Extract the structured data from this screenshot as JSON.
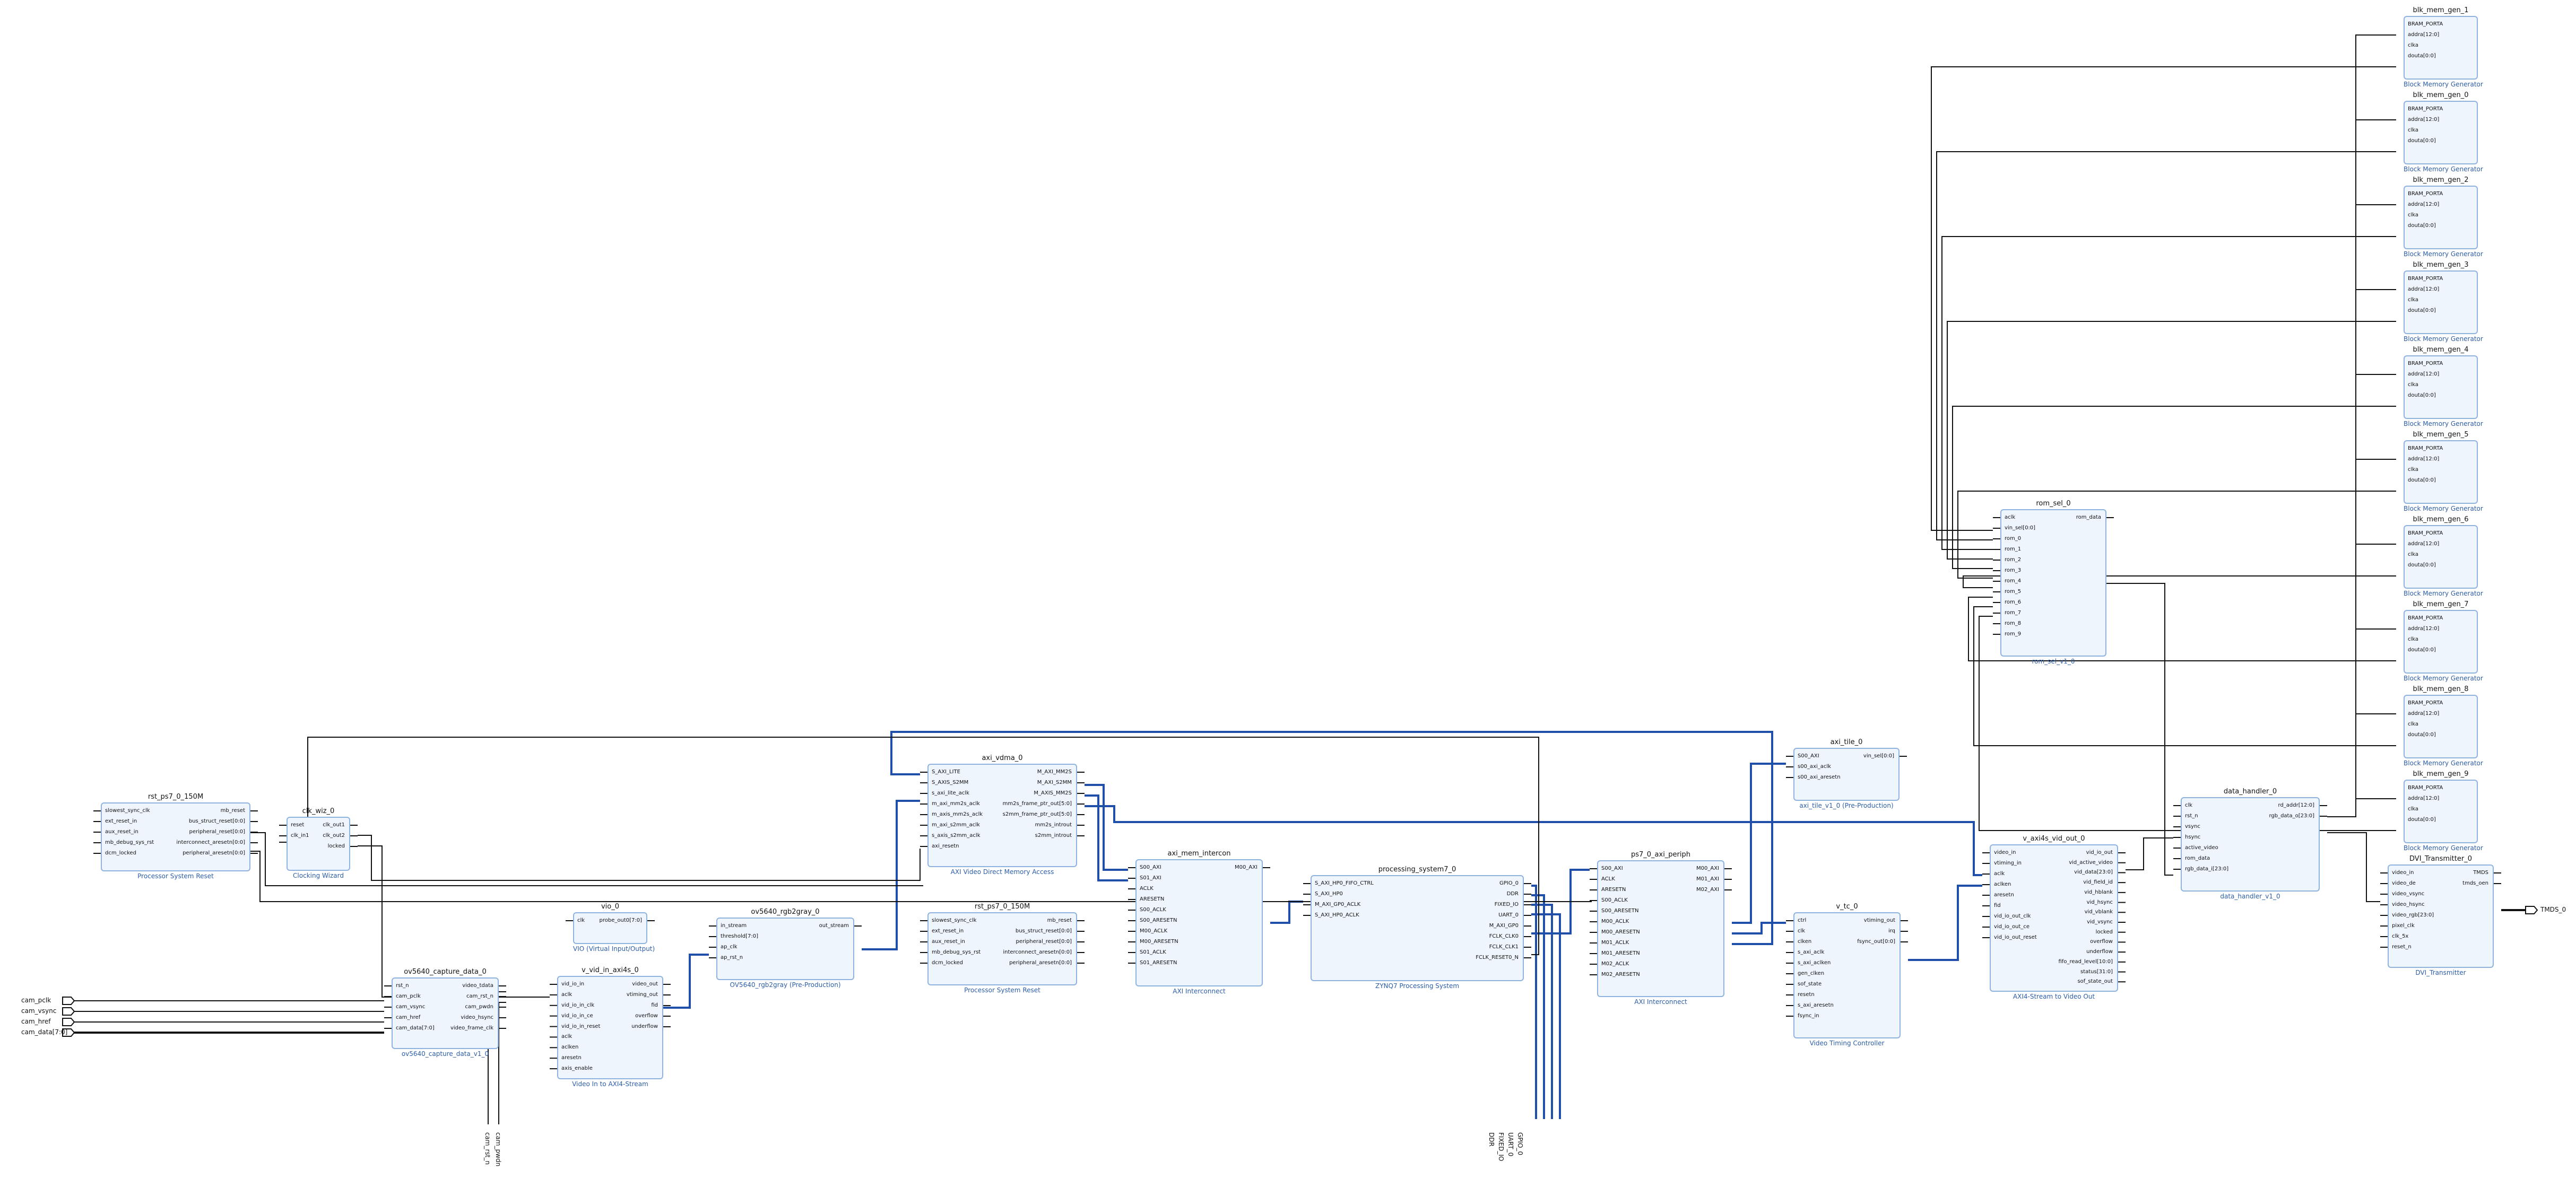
{
  "colors": {
    "block_fill": "#eef5fd",
    "block_border": "#8fb3df",
    "wire": "#111111",
    "bus": "#1f4fa8",
    "subtitle": "#2c5ea8"
  },
  "blocks": [
    {
      "id": "rst_ps7_0_150M_a",
      "title": "rst_ps7_0_150M",
      "subtitle": "Processor System Reset",
      "left": [
        "slowest_sync_clk",
        "ext_reset_in",
        "aux_reset_in",
        "mb_debug_sys_rst",
        "dcm_locked"
      ],
      "right": [
        "mb_reset",
        "bus_struct_reset[0:0]",
        "peripheral_reset[0:0]",
        "interconnect_aresetn[0:0]",
        "peripheral_aresetn[0:0]"
      ]
    },
    {
      "id": "clk_wiz_0",
      "title": "clk_wiz_0",
      "subtitle": "Clocking Wizard",
      "left": [
        "reset",
        "clk_in1"
      ],
      "right": [
        "clk_out1",
        "clk_out2",
        "locked"
      ]
    },
    {
      "id": "ov5640_capture_data_0",
      "title": "ov5640_capture_data_0",
      "subtitle": "ov5640_capture_data_v1_0",
      "left": [
        "rst_n",
        "cam_pclk",
        "cam_vsync",
        "cam_href",
        "cam_data[7:0]"
      ],
      "right": [
        "video_tdata",
        "cam_rst_n",
        "cam_pwdn",
        "video_hsync",
        "video_frame_clk"
      ]
    },
    {
      "id": "v_vid_in_axi4s_0",
      "title": "v_vid_in_axi4s_0",
      "subtitle": "Video In to AXI4-Stream",
      "left": [
        "vid_io_in",
        "aclk",
        "vid_io_in_clk",
        "vid_io_in_ce",
        "vid_io_in_reset",
        "aclk",
        "aclken",
        "aresetn",
        "axis_enable"
      ],
      "right": [
        "video_out",
        "vtiming_out",
        "fid",
        "overflow",
        "underflow"
      ]
    },
    {
      "id": "vio_0",
      "title": "vio_0",
      "subtitle": "VIO (Virtual Input/Output)",
      "left": [
        "clk"
      ],
      "right": [
        "probe_out0[7:0]"
      ]
    },
    {
      "id": "ov5640_rgb2gray_0",
      "title": "ov5640_rgb2gray_0",
      "subtitle": "OV5640_rgb2gray (Pre-Production)",
      "left": [
        "in_stream",
        "threshold[7:0]",
        "ap_clk",
        "ap_rst_n"
      ],
      "right": [
        "out_stream"
      ]
    },
    {
      "id": "axi_vdma_0",
      "title": "axi_vdma_0",
      "subtitle": "AXI Video Direct Memory Access",
      "left": [
        "S_AXI_LITE",
        "S_AXIS_S2MM",
        "s_axi_lite_aclk",
        "m_axi_mm2s_aclk",
        "m_axis_mm2s_aclk",
        "m_axi_s2mm_aclk",
        "s_axis_s2mm_aclk",
        "axi_resetn"
      ],
      "right": [
        "M_AXI_MM2S",
        "M_AXI_S2MM",
        "M_AXIS_MM2S",
        "mm2s_frame_ptr_out[5:0]",
        "s2mm_frame_ptr_out[5:0]",
        "mm2s_introut",
        "s2mm_introut"
      ]
    },
    {
      "id": "rst_ps7_0_150M_b",
      "title": "rst_ps7_0_150M",
      "subtitle": "Processor System Reset",
      "left": [
        "slowest_sync_clk",
        "ext_reset_in",
        "aux_reset_in",
        "mb_debug_sys_rst",
        "dcm_locked"
      ],
      "right": [
        "mb_reset",
        "bus_struct_reset[0:0]",
        "peripheral_reset[0:0]",
        "interconnect_aresetn[0:0]",
        "peripheral_aresetn[0:0]"
      ]
    },
    {
      "id": "axi_mem_intercon",
      "title": "axi_mem_intercon",
      "subtitle": "AXI Interconnect",
      "left": [
        "S00_AXI",
        "S01_AXI",
        "ACLK",
        "ARESETN",
        "S00_ACLK",
        "S00_ARESETN",
        "M00_ACLK",
        "M00_ARESETN",
        "S01_ACLK",
        "S01_ARESETN"
      ],
      "right": [
        "M00_AXI"
      ]
    },
    {
      "id": "processing_system7_0",
      "title": "processing_system7_0",
      "subtitle": "ZYNQ7 Processing System",
      "left": [
        "S_AXI_HP0_FIFO_CTRL",
        "S_AXI_HP0",
        "M_AXI_GP0_ACLK",
        "S_AXI_HP0_ACLK"
      ],
      "right": [
        "GPIO_0",
        "DDR",
        "FIXED_IO",
        "UART_0",
        "M_AXI_GP0",
        "FCLK_CLK0",
        "FCLK_CLK1",
        "FCLK_RESET0_N"
      ]
    },
    {
      "id": "ps7_0_axi_periph",
      "title": "ps7_0_axi_periph",
      "subtitle": "AXI Interconnect",
      "left": [
        "S00_AXI",
        "ACLK",
        "ARESETN",
        "S00_ACLK",
        "S00_ARESETN",
        "M00_ACLK",
        "M00_ARESETN",
        "M01_ACLK",
        "M01_ARESETN",
        "M02_ACLK",
        "M02_ARESETN"
      ],
      "right": [
        "M00_AXI",
        "M01_AXI",
        "M02_AXI"
      ]
    },
    {
      "id": "axi_tile_0",
      "title": "axi_tile_0",
      "subtitle": "axi_tile_v1_0 (Pre-Production)",
      "left": [
        "S00_AXI",
        "s00_axi_aclk",
        "s00_axi_aresetn"
      ],
      "right": [
        "vin_sel[0:0]"
      ]
    },
    {
      "id": "v_tc_0",
      "title": "v_tc_0",
      "subtitle": "Video Timing Controller",
      "left": [
        "ctrl",
        "clk",
        "clken",
        "s_axi_aclk",
        "s_axi_aclken",
        "gen_clken",
        "sof_state",
        "resetn",
        "s_axi_aresetn",
        "fsync_in"
      ],
      "right": [
        "vtiming_out",
        "irq",
        "fsync_out[0:0]"
      ]
    },
    {
      "id": "rom_sel_0",
      "title": "rom_sel_0",
      "subtitle": "rom_sel_v1_0",
      "left": [
        "aclk",
        "vin_sel[0:0]",
        "rom_0",
        "rom_1",
        "rom_2",
        "rom_3",
        "rom_4",
        "rom_5",
        "rom_6",
        "rom_7",
        "rom_8",
        "rom_9"
      ],
      "right": [
        "rom_data"
      ]
    },
    {
      "id": "v_axi4s_vid_out_0",
      "title": "v_axi4s_vid_out_0",
      "subtitle": "AXI4-Stream to Video Out",
      "left": [
        "video_in",
        "vtiming_in",
        "aclk",
        "aclken",
        "aresetn",
        "fid",
        "vid_io_out_clk",
        "vid_io_out_ce",
        "vid_io_out_reset"
      ],
      "right": [
        "vid_io_out",
        "vid_active_video",
        "vid_data[23:0]",
        "vid_field_id",
        "vid_hblank",
        "vid_hsync",
        "vid_vblank",
        "vid_vsync",
        "locked",
        "overflow",
        "underflow",
        "fifo_read_level[10:0]",
        "status[31:0]",
        "sof_state_out"
      ]
    },
    {
      "id": "data_handler_0",
      "title": "data_handler_0",
      "subtitle": "data_handler_v1_0",
      "left": [
        "clk",
        "rst_n",
        "vsync",
        "hsync",
        "active_video",
        "rom_data",
        "rgb_data_i[23:0]"
      ],
      "right": [
        "rd_addr[12:0]",
        "rgb_data_o[23:0]"
      ]
    },
    {
      "id": "DVI_Transmitter_0",
      "title": "DVI_Transmitter_0",
      "subtitle": "DVI_Transmitter",
      "left": [
        "video_in",
        "video_de",
        "video_vsync",
        "video_hsync",
        "video_rgb[23:0]",
        "pixel_clk",
        "clk_5x",
        "reset_n"
      ],
      "right": [
        "TMDS",
        "tmds_oen"
      ]
    }
  ],
  "brams": [
    {
      "title": "blk_mem_gen_1",
      "subtitle": "Block Memory Generator",
      "pins": [
        "BRAM_PORTA",
        "addra[12:0]",
        "clka",
        "douta[0:0]"
      ]
    },
    {
      "title": "blk_mem_gen_0",
      "subtitle": "Block Memory Generator",
      "pins": [
        "BRAM_PORTA",
        "addra[12:0]",
        "clka",
        "douta[0:0]"
      ]
    },
    {
      "title": "blk_mem_gen_2",
      "subtitle": "Block Memory Generator",
      "pins": [
        "BRAM_PORTA",
        "addra[12:0]",
        "clka",
        "douta[0:0]"
      ]
    },
    {
      "title": "blk_mem_gen_3",
      "subtitle": "Block Memory Generator",
      "pins": [
        "BRAM_PORTA",
        "addra[12:0]",
        "clka",
        "douta[0:0]"
      ]
    },
    {
      "title": "blk_mem_gen_4",
      "subtitle": "Block Memory Generator",
      "pins": [
        "BRAM_PORTA",
        "addra[12:0]",
        "clka",
        "douta[0:0]"
      ]
    },
    {
      "title": "blk_mem_gen_5",
      "subtitle": "Block Memory Generator",
      "pins": [
        "BRAM_PORTA",
        "addra[12:0]",
        "clka",
        "douta[0:0]"
      ]
    },
    {
      "title": "blk_mem_gen_6",
      "subtitle": "Block Memory Generator",
      "pins": [
        "BRAM_PORTA",
        "addra[12:0]",
        "clka",
        "douta[0:0]"
      ]
    },
    {
      "title": "blk_mem_gen_7",
      "subtitle": "Block Memory Generator",
      "pins": [
        "BRAM_PORTA",
        "addra[12:0]",
        "clka",
        "douta[0:0]"
      ]
    },
    {
      "title": "blk_mem_gen_8",
      "subtitle": "Block Memory Generator",
      "pins": [
        "BRAM_PORTA",
        "addra[12:0]",
        "clka",
        "douta[0:0]"
      ]
    },
    {
      "title": "blk_mem_gen_9",
      "subtitle": "Block Memory Generator",
      "pins": [
        "BRAM_PORTA",
        "addra[12:0]",
        "clka",
        "douta[0:0]"
      ]
    }
  ],
  "ports": {
    "inputs": [
      "cam_pclk",
      "cam_vsync",
      "cam_href",
      "cam_data[7:0]"
    ],
    "bottom": [
      "cam_rst_n",
      "cam_pwdn"
    ],
    "ps_bottom": [
      "DDR",
      "FIXED_IO",
      "UART_0",
      "GPIO_0"
    ],
    "output": "TMDS_0"
  }
}
